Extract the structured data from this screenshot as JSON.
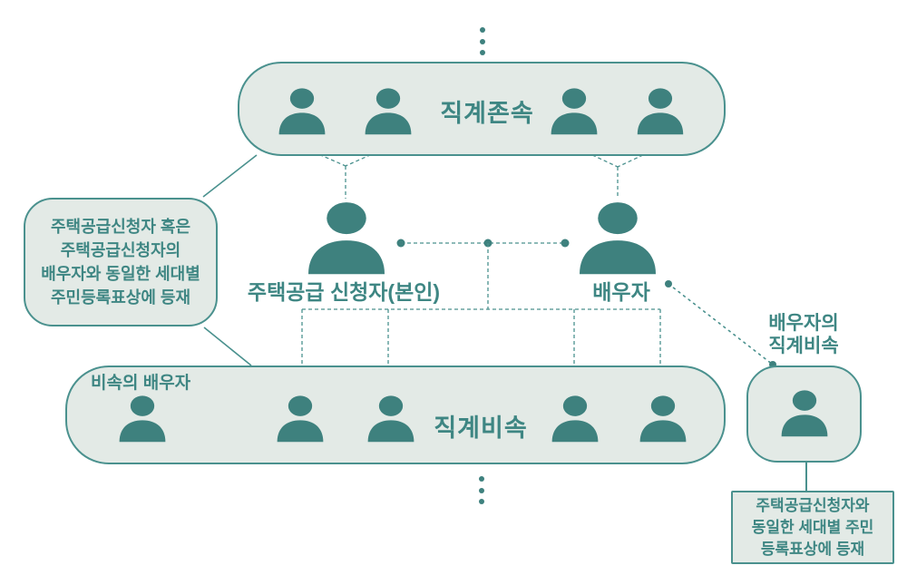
{
  "colors": {
    "teal_border": "#4a918e",
    "teal_icon": "#3e817e",
    "teal_text": "#3e8683",
    "box_fill": "#e3eae6",
    "background": "#ffffff"
  },
  "icons": {
    "person": "person-icon",
    "continuation_top": "vertical-ellipsis-icon",
    "continuation_bottom": "vertical-ellipsis-icon"
  },
  "top_group": {
    "label": "직계존속"
  },
  "applicant": {
    "label": "주택공급 신청자(본인)"
  },
  "spouse": {
    "label": "배우자"
  },
  "left_note": {
    "lines": [
      "주택공급신청자 혹은",
      "주택공급신청자의",
      "배우자와 동일한 세대별",
      "주민등록표상에 등재"
    ]
  },
  "bottom_group": {
    "label": "직계비속",
    "spouse_of_descendant_label": "비속의 배우자"
  },
  "spouse_descendants": {
    "lines": [
      "배우자의",
      "직계비속"
    ]
  },
  "bottom_note": {
    "lines": [
      "주택공급신청자와",
      "동일한 세대별 주민",
      "등록표상에 등재"
    ]
  }
}
